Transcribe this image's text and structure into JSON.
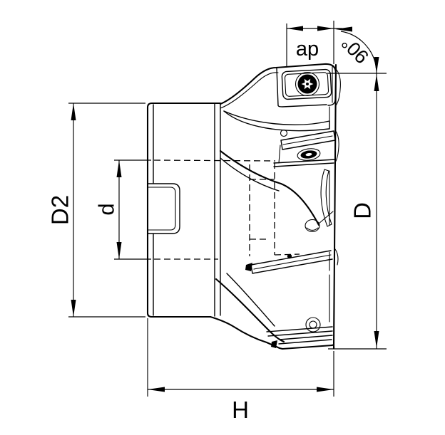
{
  "drawing": {
    "subject": "90-degree face milling cutter with indexable inserts, side view",
    "background_color": "#ffffff",
    "line_color": "#000000",
    "labels": {
      "depth_of_cut": "ap",
      "lead_angle": "90°",
      "hub_diameter": "D2",
      "bore_diameter": "d",
      "cutting_diameter": "D",
      "height": "H"
    }
  }
}
